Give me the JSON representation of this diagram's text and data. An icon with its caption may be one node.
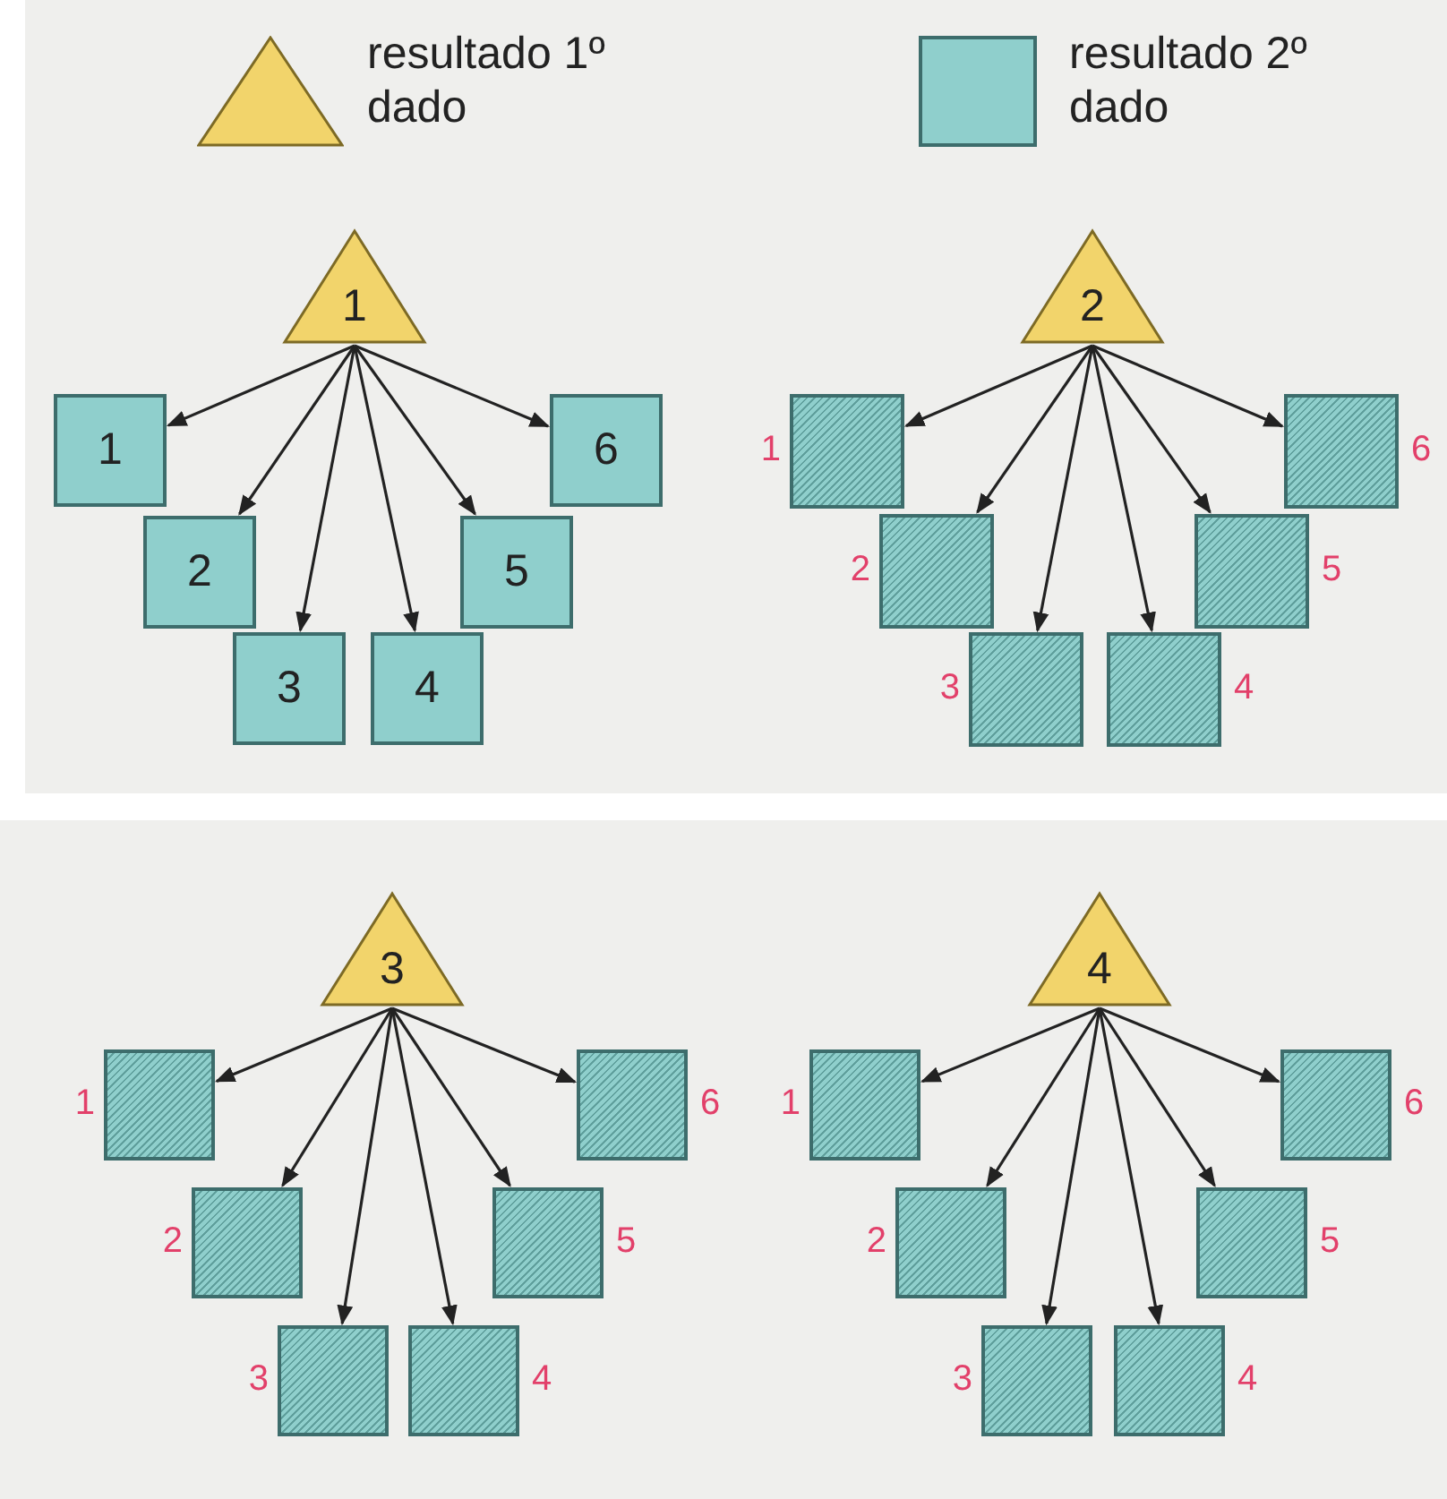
{
  "diagram": {
    "nodes": [
      {
        "text": [
          "1"
        ]
      },
      {
        "text": [
          "1"
        ]
      },
      {
        "text": [
          "2"
        ]
      },
      {
        "text": [
          "3"
        ]
      },
      {
        "text": [
          "4"
        ]
      },
      {
        "text": [
          "5"
        ]
      },
      {
        "text": [
          "6"
        ]
      },
      {
        "text": [
          "2"
        ]
      },
      {
        "text": [],
        "shape": "box",
        "beside": [
          "1"
        ]
      },
      {
        "text": [],
        "shape": "box",
        "beside": [
          "2"
        ]
      },
      {
        "text": [],
        "shape": "box",
        "beside": [
          "3"
        ]
      },
      {
        "text": [],
        "shape": "box",
        "beside": [
          "4"
        ]
      },
      {
        "text": [],
        "shape": "box",
        "beside": [
          "5"
        ]
      },
      {
        "text": [],
        "shape": "box",
        "beside": [
          "6"
        ]
      },
      {
        "text": [
          "3"
        ]
      },
      {
        "text": [],
        "shape": "box",
        "beside": [
          "1"
        ]
      },
      {
        "text": [],
        "shape": "box",
        "beside": [
          "2"
        ]
      },
      {
        "text": [],
        "shape": "box",
        "beside": [
          "3"
        ]
      },
      {
        "text": [],
        "shape": "box",
        "beside": [
          "4"
        ]
      },
      {
        "text": [],
        "shape": "box",
        "beside": [
          "5"
        ]
      },
      {
        "text": [],
        "shape": "box",
        "beside": [
          "6"
        ]
      },
      {
        "text": [
          "4"
        ]
      },
      {
        "text": [],
        "shape": "box",
        "beside": [
          "1"
        ]
      },
      {
        "text": [],
        "shape": "box",
        "beside": [
          "2"
        ]
      },
      {
        "text": [],
        "shape": "box",
        "beside": [
          "3"
        ]
      },
      {
        "text": [],
        "shape": "box",
        "beside": [
          "4"
        ]
      },
      {
        "text": [],
        "shape": "box",
        "beside": [
          "5"
        ]
      },
      {
        "text": [],
        "shape": "box",
        "beside": [
          "6"
        ]
      }
    ],
    "edges": [
      {
        "from": 0,
        "to": 1,
        "arrow": "to"
      },
      {
        "from": 0,
        "to": 2,
        "arrow": "to"
      },
      {
        "from": 0,
        "to": 3,
        "arrow": "to"
      },
      {
        "from": 0,
        "to": 4,
        "arrow": "to"
      },
      {
        "from": 0,
        "to": 5,
        "arrow": "to"
      },
      {
        "from": 0,
        "to": 6,
        "arrow": "to"
      },
      {
        "from": 7,
        "to": 8,
        "arrow": "to"
      },
      {
        "from": 7,
        "to": 9,
        "arrow": "to"
      },
      {
        "from": 7,
        "to": 10,
        "arrow": "to"
      },
      {
        "from": 7,
        "to": 11,
        "arrow": "to"
      },
      {
        "from": 7,
        "to": 12,
        "arrow": "to"
      },
      {
        "from": 7,
        "to": 13,
        "arrow": "to"
      },
      {
        "from": 14,
        "to": 15,
        "arrow": "to"
      },
      {
        "from": 14,
        "to": 16,
        "arrow": "to"
      },
      {
        "from": 14,
        "to": 17,
        "arrow": "to"
      },
      {
        "from": 14,
        "to": 18,
        "arrow": "to"
      },
      {
        "from": 14,
        "to": 19,
        "arrow": "to"
      },
      {
        "from": 14,
        "to": 20,
        "arrow": "to"
      },
      {
        "from": 21,
        "to": 22,
        "arrow": "to"
      },
      {
        "from": 21,
        "to": 23,
        "arrow": "to"
      },
      {
        "from": 21,
        "to": 24,
        "arrow": "to"
      },
      {
        "from": 21,
        "to": 25,
        "arrow": "to"
      },
      {
        "from": 21,
        "to": 26,
        "arrow": "to"
      },
      {
        "from": 21,
        "to": 27,
        "arrow": "to"
      }
    ],
    "legend": [
      {
        "text": "resultado 1º dado",
        "color": "#f2d46b"
      },
      {
        "text": "resultado 2º dado",
        "color": "#8fcfcc"
      }
    ]
  }
}
